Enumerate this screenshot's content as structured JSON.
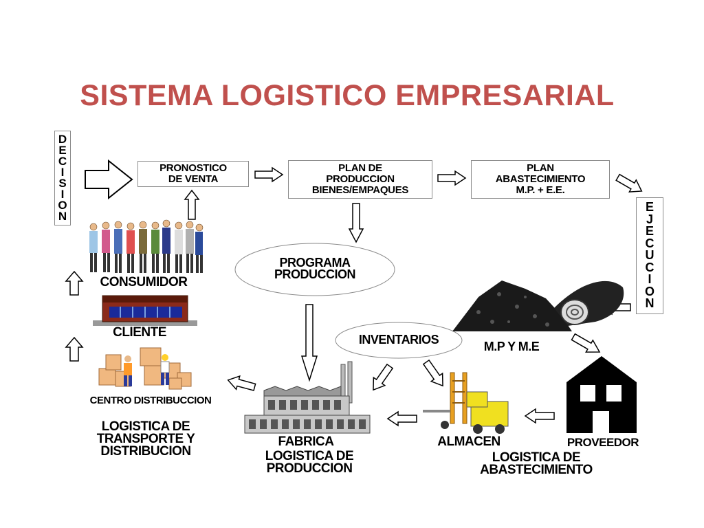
{
  "title": "SISTEMA LOGISTICO EMPRESARIAL",
  "decision": [
    "D",
    "E",
    "C",
    "I",
    "S",
    "I",
    "O",
    "N"
  ],
  "ejecucion": [
    "E",
    "J",
    "E",
    "C",
    "U",
    "C",
    "I",
    "O",
    "N"
  ],
  "boxes": {
    "pronostico": [
      "PRONOSTICO",
      "DE VENTA"
    ],
    "plan_produccion": [
      "PLAN DE",
      "PRODUCCION",
      "BIENES/EMPAQUES"
    ],
    "plan_abastecimiento": [
      "PLAN",
      "ABASTECIMIENTO",
      "M.P. + E.E."
    ]
  },
  "ellipses": {
    "programa": [
      "PROGRAMA",
      "PRODUCCION"
    ],
    "inventarios": "INVENTARIOS"
  },
  "nodes": {
    "consumidor": "CONSUMIDOR",
    "cliente": "CLIENTE",
    "centro": "CENTRO DISTRIBUCCION",
    "fabrica": "FABRICA",
    "almacen": "ALMACEN",
    "proveedor": "PROVEEDOR",
    "mp": "M.P Y M.E"
  },
  "sections": {
    "transporte": [
      "LOGISTICA DE",
      "TRANSPORTE Y",
      "DISTRIBUCION"
    ],
    "produccion": [
      "LOGISTICA DE",
      "PRODUCCION"
    ],
    "abastecimiento": [
      "LOGISTICA DE",
      "ABASTECIMIENTO"
    ]
  },
  "colors": {
    "title": "#c0504d"
  }
}
